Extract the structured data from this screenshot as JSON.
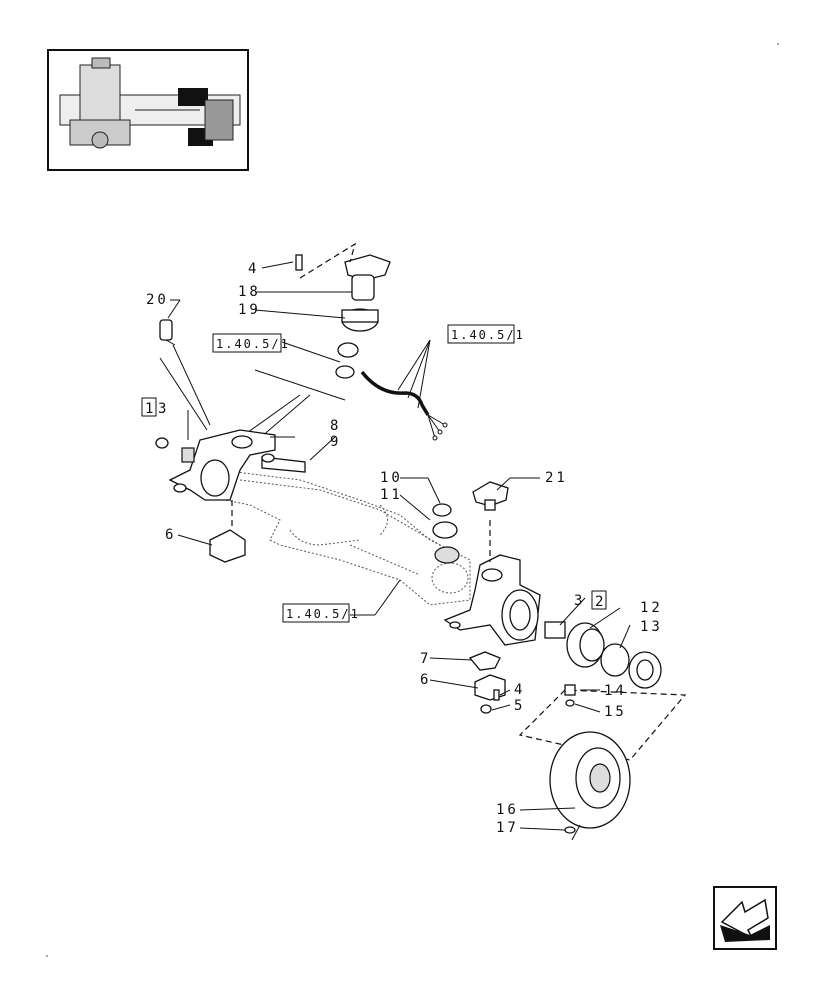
{
  "thumbnail": {
    "icon": "axle-assembly-thumbnail"
  },
  "references": {
    "r_top": "1.40.5/1",
    "r_left": "1.40.5/1",
    "r_bottom": "1.40.5/1"
  },
  "boxed_numbers": {
    "b1": "1",
    "b2": "2"
  },
  "labels": {
    "l4a": "4",
    "l18": "18",
    "l19": "19",
    "l20": "20",
    "l3a": "3",
    "l8": "8",
    "l9": "9",
    "l10": "10",
    "l11": "11",
    "l21": "21",
    "l6a": "6",
    "l3b": "3",
    "l12": "12",
    "l13": "13",
    "l7": "7",
    "l6b": "6",
    "l4b": "4",
    "l5": "5",
    "l14": "14",
    "l15": "15",
    "l16": "16",
    "l17": "17"
  },
  "nav": {
    "icon": "next-page-arrow-icon"
  }
}
